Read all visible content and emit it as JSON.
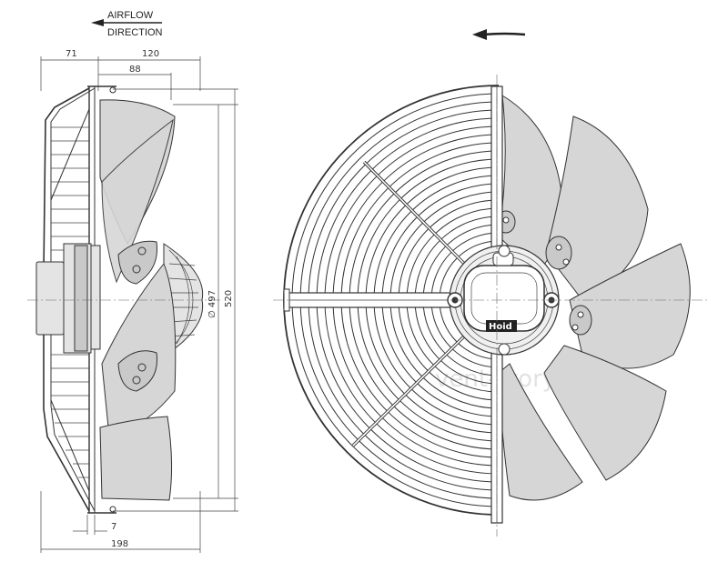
{
  "airflow": {
    "line1": "AIRFLOW",
    "line2": "DIRECTION"
  },
  "dimensions": {
    "d71": "71",
    "d120": "120",
    "d88": "88",
    "d497": "∅ 497",
    "d520": "520",
    "d7": "7",
    "d198": "198"
  },
  "motor_logo": "Hoid",
  "watermark": "vent-story.ru",
  "icons": {
    "airflow_arrow": "arrow-left-icon",
    "rotation_arrow": "rotation-arrow-icon"
  },
  "colors": {
    "line": "#333333",
    "blade": "#d6d6d6",
    "motor": "#c9c9c9",
    "background": "#ffffff"
  }
}
